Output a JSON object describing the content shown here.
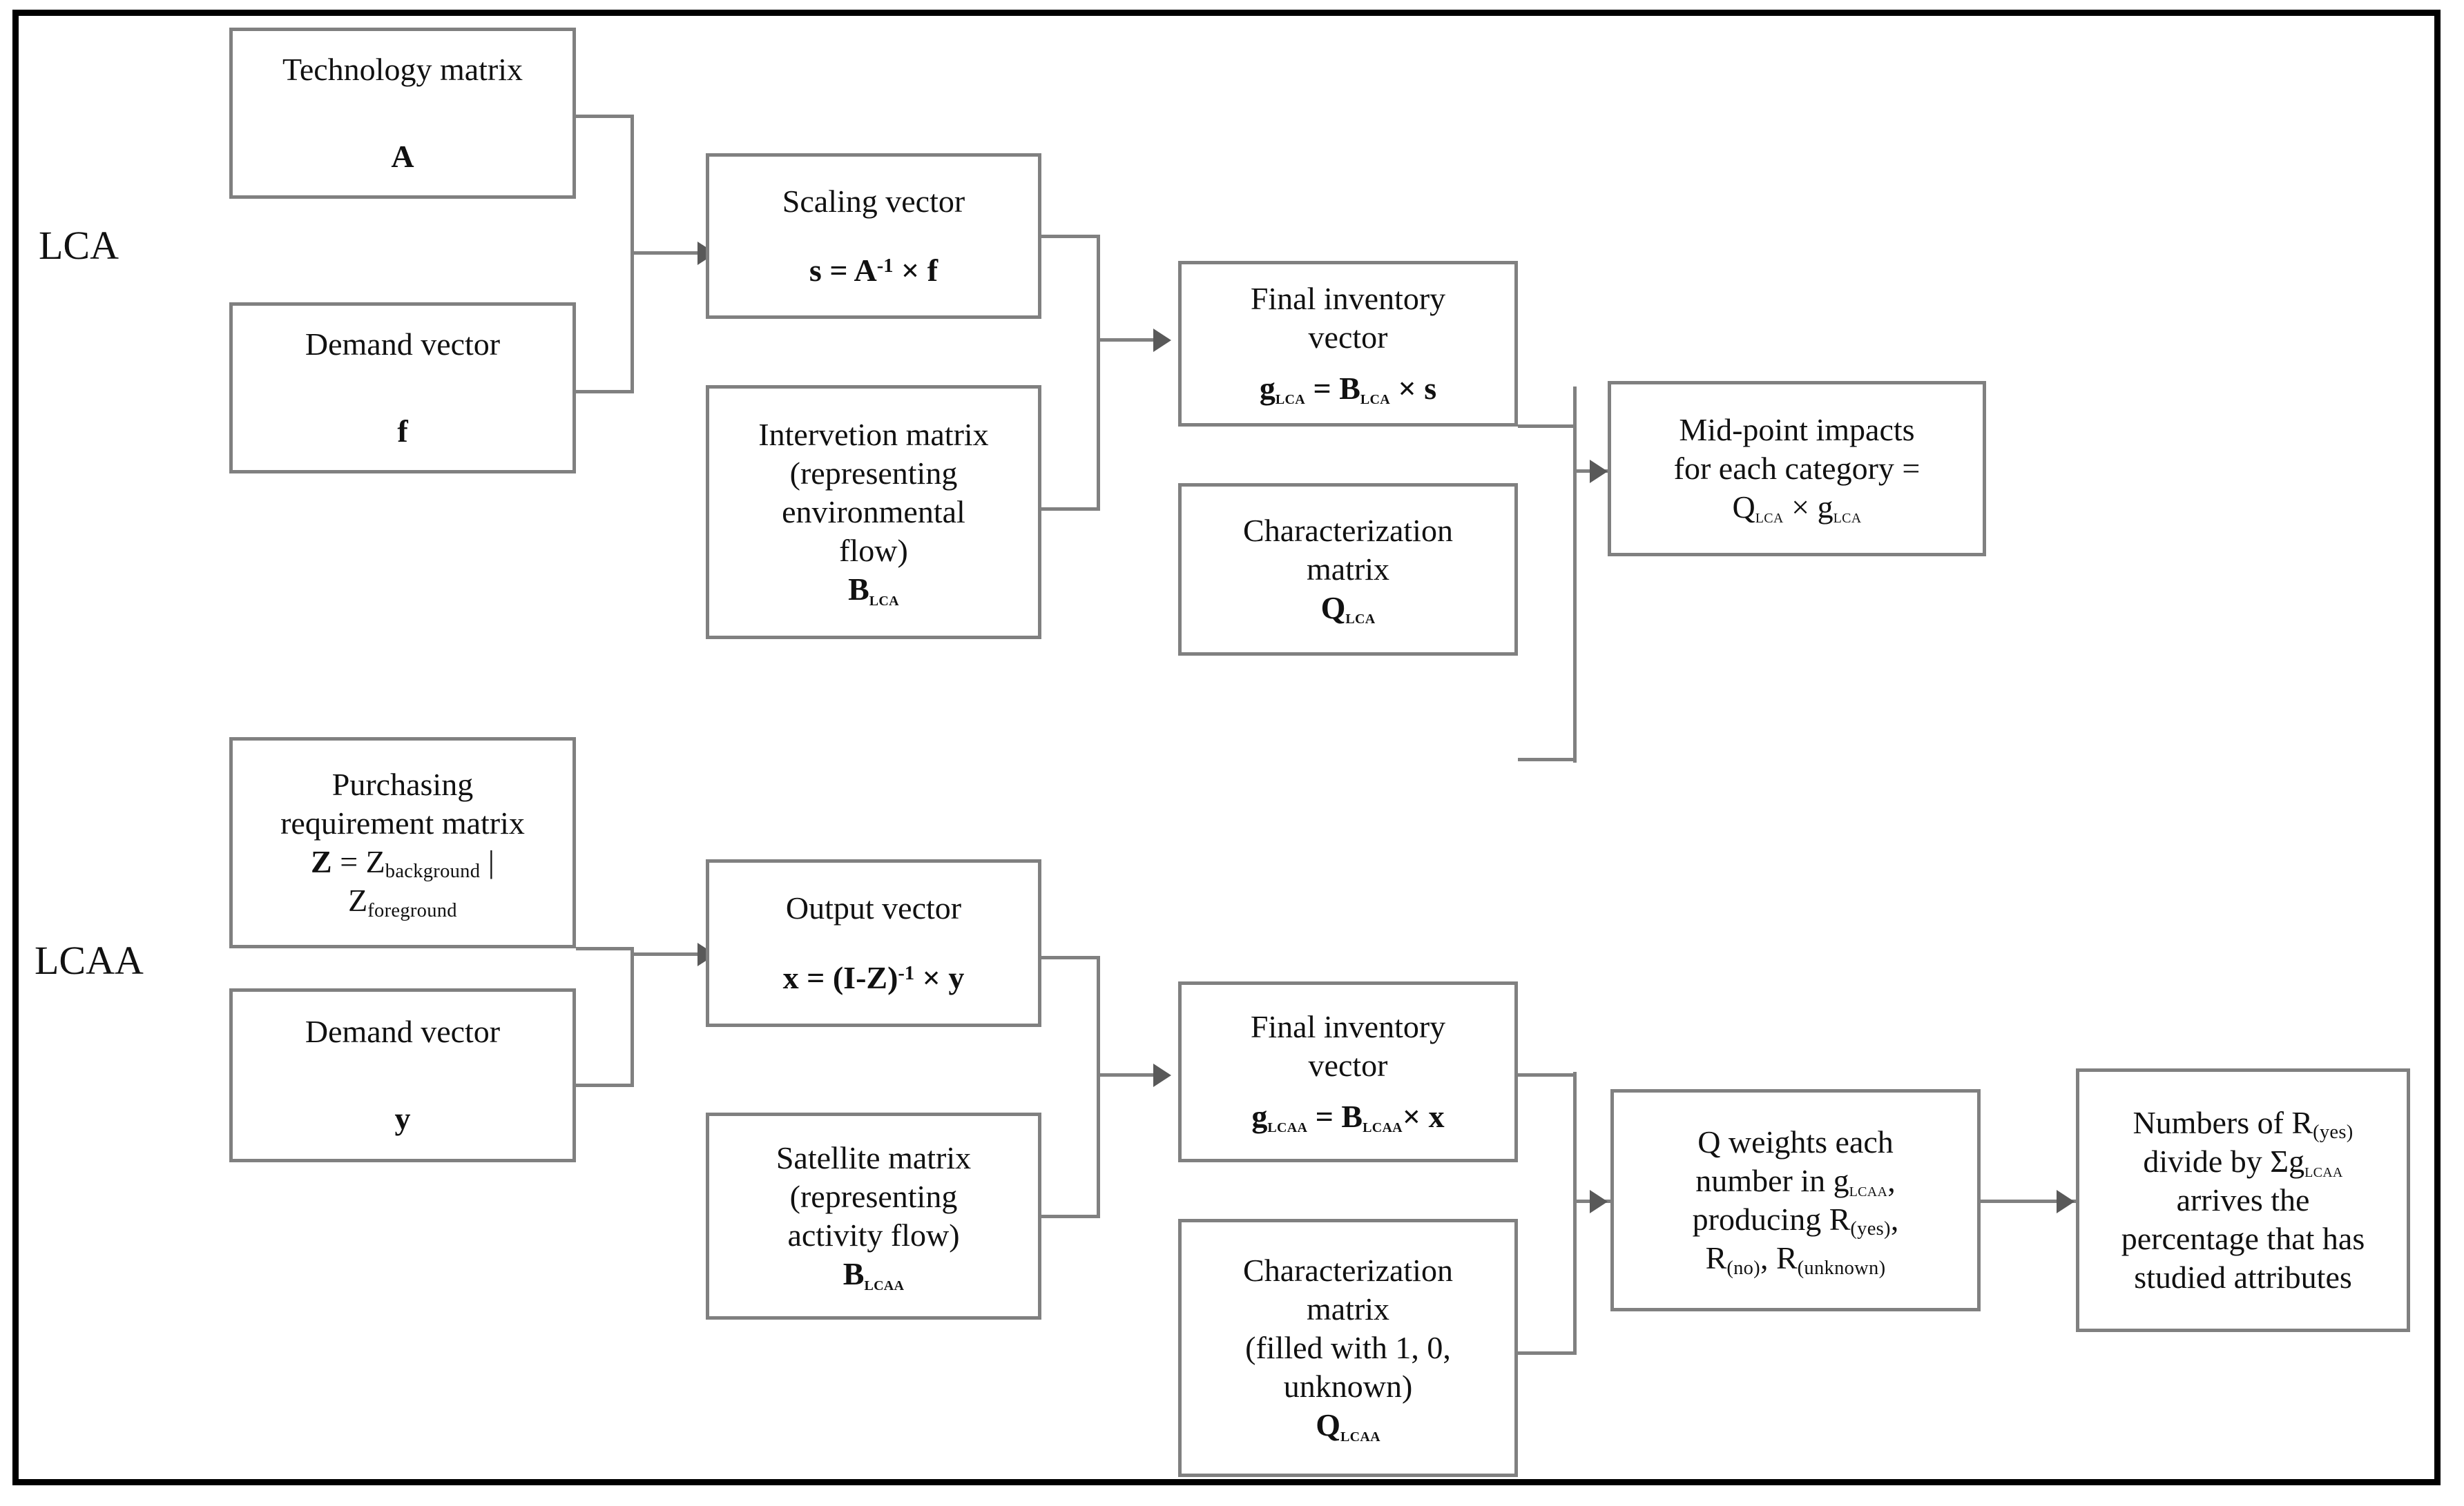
{
  "figure": {
    "type": "flow-diagram",
    "sections": [
      {
        "label": "LCA",
        "nodes": [
          {
            "id": "technology-matrix",
            "title": "Technology matrix",
            "symbol": "A"
          },
          {
            "id": "demand-vector-f",
            "title": "Demand vector",
            "symbol": "f"
          },
          {
            "id": "scaling-vector",
            "title": "Scaling vector",
            "equation": "s = A-1 × f",
            "equation_parts": {
              "lhs": "s",
              "base": "A",
              "exponent": "-1",
              "op": "×",
              "rhs": "f"
            }
          },
          {
            "id": "intervention-matrix",
            "title_lines": [
              "Intervetion matrix",
              "(representing",
              "environmental",
              "flow)"
            ],
            "symbol": "B",
            "symbol_sub": "LCA"
          },
          {
            "id": "final-inventory-vector-lca",
            "title_lines": [
              "Final inventory",
              "vector"
            ],
            "equation": "gLCA = BLCA × s",
            "equation_parts": {
              "lhs": "g",
              "lhs_sub": "LCA",
              "rhs": "B",
              "rhs_sub": "LCA",
              "op": "×",
              "tail": "s"
            }
          },
          {
            "id": "characterization-matrix-lca",
            "title_lines": [
              "Characterization",
              "matrix"
            ],
            "symbol": "Q",
            "symbol_sub": "LCA"
          },
          {
            "id": "midpoint-impacts",
            "title_lines": [
              "Mid-point impacts",
              "for each category ="
            ],
            "equation": "QLCA × gLCA",
            "equation_parts": {
              "lhs": "Q",
              "lhs_sub": "LCA",
              "op": "×",
              "rhs": "g",
              "rhs_sub": "LCA"
            }
          }
        ]
      },
      {
        "label": "LCAA",
        "nodes": [
          {
            "id": "purchasing-requirement-matrix",
            "title_lines": [
              "Purchasing",
              "requirement matrix"
            ],
            "equation_line1": "Z = Zbackground |",
            "equation_line2": "Zforeground",
            "equation_parts": {
              "lhs": "Z",
              "rhs1": "Z",
              "rhs1_sub": "background",
              "sep": "|",
              "rhs2": "Z",
              "rhs2_sub": "foreground"
            }
          },
          {
            "id": "demand-vector-y",
            "title": "Demand vector",
            "symbol": "y"
          },
          {
            "id": "output-vector",
            "title": "Output vector",
            "equation": "x = (I-Z)-1 × y",
            "equation_parts": {
              "lhs": "x",
              "base": "(I-Z)",
              "exponent": "-1",
              "op": "×",
              "rhs": "y"
            }
          },
          {
            "id": "satellite-matrix",
            "title_lines": [
              "Satellite matrix",
              "(representing",
              "activity flow)"
            ],
            "symbol": "B",
            "symbol_sub": "LCAA"
          },
          {
            "id": "final-inventory-vector-lcaa",
            "title_lines": [
              "Final inventory",
              "vector"
            ],
            "equation": "gLCAA = BLCAA × x",
            "equation_parts": {
              "lhs": "g",
              "lhs_sub": "LCAA",
              "rhs": "B",
              "rhs_sub": "LCAA",
              "op": "×",
              "tail": "x"
            }
          },
          {
            "id": "characterization-matrix-lcaa",
            "title_lines": [
              "Characterization",
              "matrix",
              "(filled with 1, 0,",
              "unknown)"
            ],
            "symbol": "Q",
            "symbol_sub": "LCAA"
          },
          {
            "id": "q-weights",
            "lines": [
              "Q weights each",
              "number in gLCAA,",
              "producing R(yes),",
              "R(no),  R(unknown)"
            ],
            "parts": {
              "l1": "Q weights each",
              "l2_pre": "number in ",
              "l2_sym": "g",
              "l2_sub": "LCAA",
              "l2_post": ",",
              "l3_pre": "producing R",
              "l3_sub": "(yes)",
              "l3_post": ",",
              "l4_a": "R",
              "l4_a_sub": "(no)",
              "l4_mid": ",  R",
              "l4_b_sub": "(unknown)"
            }
          },
          {
            "id": "percentage-result",
            "lines": [
              "Numbers of R(yes)",
              "divide by ΣgLCAA",
              "arrives the",
              "percentage that has",
              "studied attributes"
            ],
            "parts": {
              "l1_pre": "Numbers of R",
              "l1_sub": "(yes)",
              "l2_pre": "divide by Σg",
              "l2_sub": "LCAA",
              "l3": "arrives the",
              "l4": "percentage that has",
              "l5": "studied attributes"
            }
          }
        ]
      }
    ]
  },
  "colors": {
    "frame": "#000000",
    "box_border": "#808080",
    "connector": "#808080",
    "arrow": "#595959",
    "text": "#111111",
    "background": "#ffffff"
  }
}
